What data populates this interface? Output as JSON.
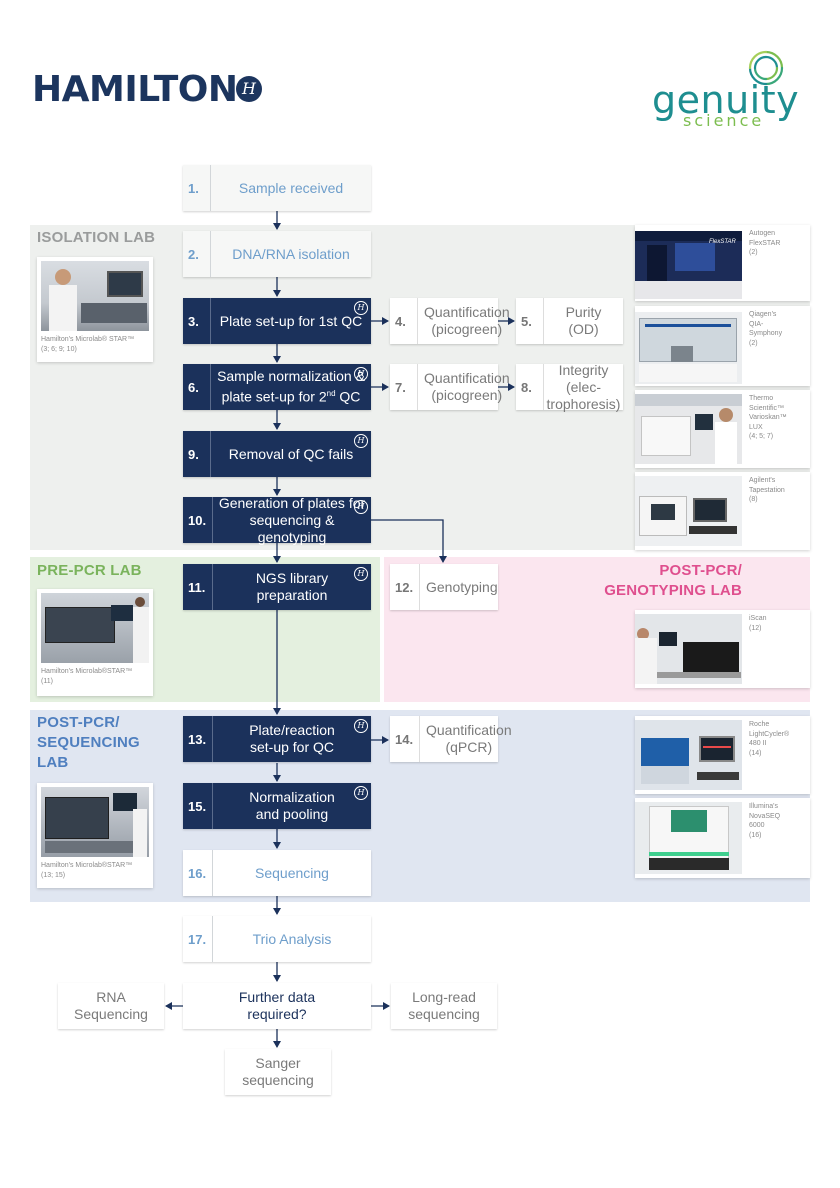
{
  "logos": {
    "hamilton": "HAMILTON",
    "hamilton_mark": "H",
    "genuity": "genuity",
    "genuity_sub": "science"
  },
  "labs": {
    "isolation": "ISOLATION LAB",
    "pre_pcr": "PRE-PCR LAB",
    "post_pcr_geno": [
      "POST-PCR/",
      "GENOTYPING LAB"
    ],
    "post_pcr_seq": [
      "POST-PCR/",
      "SEQUENCING",
      "LAB"
    ]
  },
  "steps": {
    "s1": {
      "num": "1.",
      "label": "Sample received"
    },
    "s2": {
      "num": "2.",
      "label": "DNA/RNA isolation"
    },
    "s3": {
      "num": "3.",
      "label": "Plate set-up for 1st QC"
    },
    "s4": {
      "num": "4.",
      "label": [
        "Quantification",
        "(picogreen)"
      ]
    },
    "s5": {
      "num": "5.",
      "label": "Purity (OD)"
    },
    "s6": {
      "num": "6.",
      "label": [
        "Sample normalization &",
        "plate set-up for 2",
        "nd",
        " QC"
      ]
    },
    "s7": {
      "num": "7.",
      "label": [
        "Quantification",
        "(picogreen)"
      ]
    },
    "s8": {
      "num": "8.",
      "label": [
        "Integrity (elec-",
        "trophoresis)"
      ]
    },
    "s9": {
      "num": "9.",
      "label": "Removal of QC fails"
    },
    "s10": {
      "num": "10.",
      "label": [
        "Generation of plates for",
        "sequencing & genotyping"
      ]
    },
    "s11": {
      "num": "11.",
      "label": "NGS library preparation"
    },
    "s12": {
      "num": "12.",
      "label": "Genotyping"
    },
    "s13": {
      "num": "13.",
      "label": [
        "Plate/reaction",
        "set-up for QC"
      ]
    },
    "s14": {
      "num": "14.",
      "label": [
        "Quantification",
        "(qPCR)"
      ]
    },
    "s15": {
      "num": "15.",
      "label": [
        "Normalization",
        "and pooling"
      ]
    },
    "s16": {
      "num": "16.",
      "label": "Sequencing"
    },
    "s17": {
      "num": "17.",
      "label": "Trio Analysis"
    }
  },
  "decision": {
    "question": [
      "Further data",
      "required?"
    ],
    "left": [
      "RNA",
      "Sequencing"
    ],
    "right": [
      "Long-read",
      "sequencing"
    ],
    "down": [
      "Sanger",
      "sequencing"
    ]
  },
  "instruments": {
    "microlab_iso": {
      "name": "Hamilton's Microlab® STAR™",
      "steps": "(3; 6; 9; 10)"
    },
    "autogen": {
      "name": [
        "Autogen",
        "FlexSTAR"
      ],
      "steps": "(2)",
      "screen_text": "FlexSTAR"
    },
    "qiagen": {
      "name": [
        "Qiagen's",
        "QIA-",
        "Symphony"
      ],
      "steps": "(2)"
    },
    "thermo": {
      "name": [
        "Thermo",
        "Scientific™",
        "Varioskan™",
        "LUX"
      ],
      "steps": "(4; 5; 7)"
    },
    "agilent": {
      "name": [
        "Agilent's",
        "Tapestation"
      ],
      "steps": "(8)"
    },
    "microlab_pre": {
      "name": "Hamilton's Microlab®STAR™",
      "steps": "(11)"
    },
    "iscan": {
      "name": "iScan",
      "steps": "(12)"
    },
    "roche": {
      "name": [
        "Roche",
        "LightCycler®",
        "480 II"
      ],
      "steps": "(14)"
    },
    "illumina": {
      "name": [
        "Illumina's",
        "NovaSEQ",
        "6000"
      ],
      "steps": "(16)"
    },
    "microlab_seq": {
      "name": "Hamilton's Microlab®STAR™",
      "steps": "(13; 15)"
    }
  },
  "colors": {
    "navy": "#1b315b",
    "step_blue": "#6e9ecb",
    "iso_bg": "#eef0ee",
    "pre_pcr_green": "#7ab35c",
    "post_pcr_pink": "#df4f8e",
    "seq_blue": "#4f7fbf",
    "genuity_teal": "#1e8e90",
    "genuity_green": "#7cbd4f"
  }
}
